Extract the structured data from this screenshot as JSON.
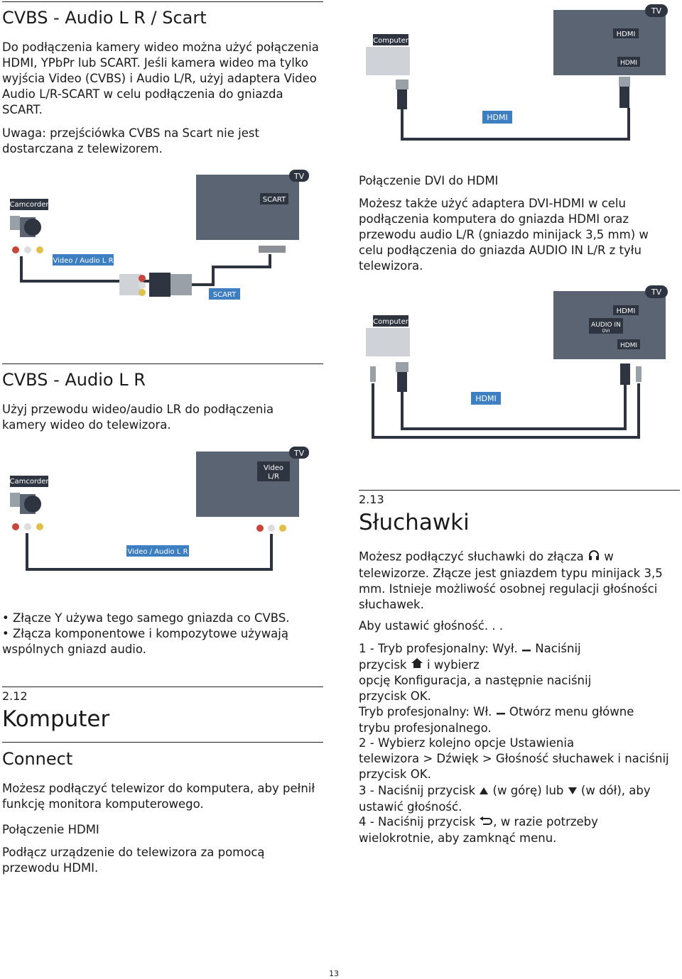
{
  "col1": {
    "scart_heading": "CVBS - Audio L R / Scart",
    "scart_p1": "Do podłączenia kamery wideo można użyć połączenia HDMI, YPbPr lub SCART. Jeśli kamera wideo ma tylko wyjścia Video (CVBS) i Audio L/R, użyj adaptera Video Audio L/R-SCART w celu podłączenia do gniazda SCART.",
    "scart_p2": "Uwaga: przejściówka CVBS na Scart nie jest dostarczana z telewizorem.",
    "fig1": {
      "tv": "TV",
      "scart_port": "SCART",
      "camcorder": "Camcorder",
      "cable": "Video / Audio L R",
      "adapter": "SCART"
    },
    "cvbs_heading": "CVBS - Audio L R",
    "cvbs_p1": "Użyj przewodu wideo/audio LR do podłączenia kamery wideo do telewizora.",
    "fig2": {
      "tv": "TV",
      "port": "Video\nL/R",
      "camcorder": "Camcorder",
      "cable": "Video / Audio L R"
    },
    "bullet1": "• Złącze Y używa tego samego gniazda co CVBS.",
    "bullet2": "• Złącza komponentowe i kompozytowe używają wspólnych gniazd audio.",
    "sec212_num": "2.12",
    "sec212_title": "Komputer",
    "connect_heading": "Connect",
    "connect_p1": "Możesz podłączyć telewizor do komputera, aby pełnił funkcję monitora komputerowego.",
    "hdmi_sub": "Połączenie HDMI",
    "hdmi_p1": "Podłącz urządzenie do telewizora za pomocą przewodu HDMI."
  },
  "col2": {
    "fig3": {
      "tv": "TV",
      "port1": "HDMI",
      "port2": "HDMI",
      "computer": "Computer",
      "cable": "HDMI"
    },
    "dvi_sub": "Połączenie DVI do HDMI",
    "dvi_p1": "Możesz także użyć adaptera DVI-HDMI w celu podłączenia komputera do gniazda HDMI oraz przewodu audio L/R (gniazdo minijack 3,5 mm) w celu podłączenia do gniazda AUDIO IN L/R z tyłu telewizora.",
    "fig4": {
      "tv": "TV",
      "port1": "HDMI",
      "audio_in": "AUDIO IN",
      "dvi": "DVI",
      "port2": "HDMI",
      "computer": "Computer",
      "cable": "HDMI"
    },
    "sec213_num": "2.13",
    "sec213_title": "Słuchawki",
    "head_p1a": "Możesz podłączyć słuchawki do złącza",
    "head_p1b": "w telewizorze. Złącze jest gniazdem typu minijack 3,5 mm. Istnieje możliwość osobnej regulacji głośności słuchawek.",
    "head_p2": "Aby ustawić głośność. . .",
    "step1a": "1 -  Tryb profesjonalny: Wył.",
    "step1b": "Naciśnij",
    "step1c": "przycisk",
    "step1d": "i wybierz",
    "step1e": "opcję",
    "step1f": "Konfiguracja",
    "step1g": ", a następnie naciśnij",
    "step1h": "przycisk",
    "step1i": "OK",
    "step1j": ".",
    "step1k": "Tryb profesjonalny: Wł.",
    "step1l": "Otwórz menu główne",
    "step1m": "trybu profesjonalnego.",
    "step2a": "2 -  Wybierz kolejno opcje",
    "step2b": "Ustawienia",
    "step2c": "telewizora",
    "step2d": " > ",
    "step2e": "Dźwięk",
    "step2f": " > ",
    "step2g": "Głośność słuchawek",
    "step2h": " i naciśnij",
    "step2i": "przycisk",
    "step2j": "OK",
    "step2k": ".",
    "step3a": "3 -  Naciśnij przycisk",
    "step3b": "(w górę) lub",
    "step3c": "(w dół), aby",
    "step3d": "ustawić głośność.",
    "step4a": "4 -  Naciśnij przycisk",
    "step4b": ", w razie potrzeby",
    "step4c": "wielokrotnie, aby zamknąć menu."
  },
  "page_number": "13",
  "colors": {
    "tv_body": "#5b6472",
    "cable": "#2d3440",
    "label_blue": "#3d7fc1",
    "port_dark": "#2e3541"
  }
}
